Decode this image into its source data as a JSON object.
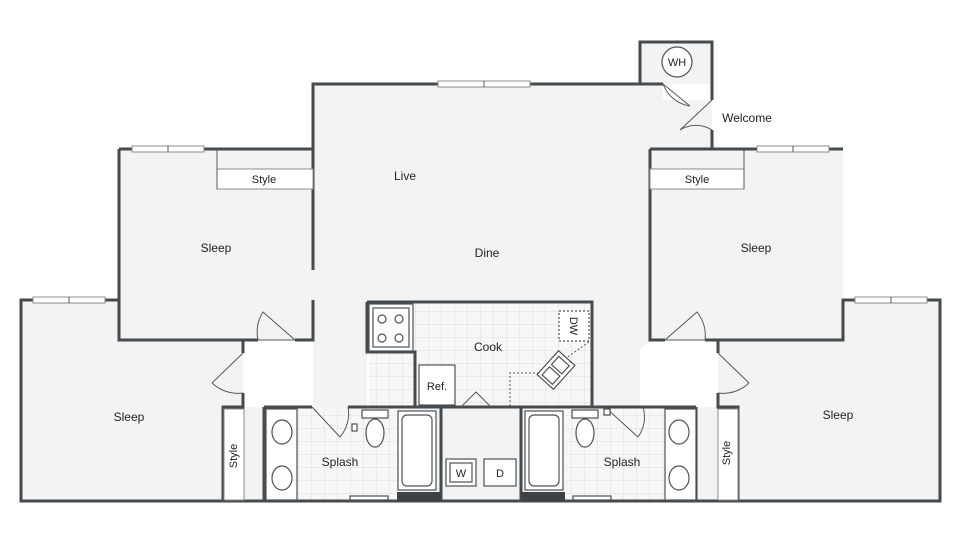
{
  "rooms": {
    "living": "Live",
    "dining": "Dine",
    "kitchen": "Cook",
    "entry": "Welcome",
    "bedroom": "Sleep",
    "closet": "Style",
    "bathroom": "Splash"
  },
  "fixtures": {
    "water_heater": "WH",
    "refrigerator": "Ref.",
    "dishwasher": "DW",
    "washer": "W",
    "dryer": "D"
  },
  "colors": {
    "wall": "#444a4e",
    "floor": "#f2f3f2"
  }
}
